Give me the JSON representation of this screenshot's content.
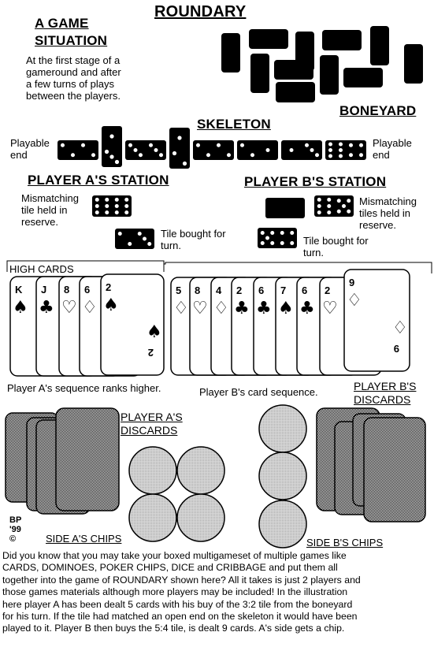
{
  "title": "ROUNDARY",
  "game_situation": {
    "heading_line1": "A GAME",
    "heading_line2": "SITUATION",
    "description": [
      "At the first stage of a",
      "gameround and after",
      "a few turns of plays",
      "between the players."
    ]
  },
  "boneyard_label": "BONEYARD",
  "skeleton": {
    "label": "SKELETON",
    "left_end_label": [
      "Playable",
      "end"
    ],
    "right_end_label": [
      "Playable",
      "end"
    ]
  },
  "player_a": {
    "station_label": "PLAYER A'S STATION",
    "reserve_label": [
      "Mismatching",
      "tile held in",
      "reserve."
    ],
    "bought_label": [
      "Tile bought for",
      "turn."
    ],
    "high_cards_label": "HIGH CARDS",
    "cards": [
      {
        "rank": "K",
        "suit": "♠"
      },
      {
        "rank": "J",
        "suit": "♣"
      },
      {
        "rank": "8",
        "suit": "♡"
      },
      {
        "rank": "6",
        "suit": "♢"
      },
      {
        "rank": "2",
        "suit": "♠"
      }
    ],
    "sequence_caption": "Player A's sequence ranks higher.",
    "discards_label": [
      "PLAYER A'S",
      "DISCARDS"
    ],
    "chips_label": "SIDE A'S CHIPS"
  },
  "player_b": {
    "station_label": "PLAYER B'S STATION",
    "reserve_label": [
      "Mismatching",
      "tiles held in",
      "reserve."
    ],
    "bought_label": [
      "Tile bought for",
      "turn."
    ],
    "cards": [
      {
        "rank": "5",
        "suit": "♢"
      },
      {
        "rank": "8",
        "suit": "♡"
      },
      {
        "rank": "4",
        "suit": "♢"
      },
      {
        "rank": "2",
        "suit": "♣"
      },
      {
        "rank": "6",
        "suit": "♣"
      },
      {
        "rank": "7",
        "suit": "♠"
      },
      {
        "rank": "6",
        "suit": "♣"
      },
      {
        "rank": "2",
        "suit": "♡"
      },
      {
        "rank": "9",
        "suit": "♢"
      }
    ],
    "sequence_caption": "Player B's card sequence.",
    "discards_label": [
      "PLAYER B'S",
      "DISCARDS"
    ],
    "chips_label": "SIDE B'S CHIPS"
  },
  "signature": [
    "BP",
    "'99",
    "©"
  ],
  "footer_text": [
    "Did you know that you may take your boxed multigameset of multiple games like",
    "CARDS, DOMINOES, POKER CHIPS, DICE and CRIBBAGE and put them all",
    "together into the game of ROUNDARY shown here?  All it takes is just 2 players and",
    "those games materials although more players may be included!  In the illustration",
    "here player A has been dealt 5 cards with his buy of the 3:2 tile from the boneyard",
    "for his turn.  If the tile had matched an open end on the skeleton it would have been",
    "played to it.  Player B then buys the 5:4 tile, is dealt 9 cards.  A's side gets a chip."
  ]
}
